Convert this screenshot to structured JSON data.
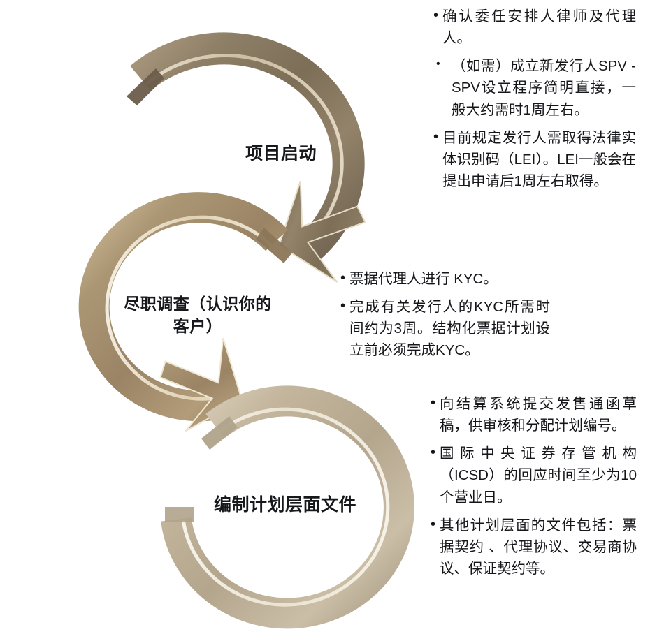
{
  "diagram": {
    "type": "cycle-flow",
    "title_visible": false,
    "palette": {
      "ring1_base": "#8a7a63",
      "ring1_dark": "#6c5e4a",
      "ring1_light": "#cdbda4",
      "ring2_base": "#a48f70",
      "ring2_dark": "#8a7459",
      "ring2_light": "#e0d2b8",
      "ring3_base": "#bcae97",
      "ring3_dark": "#9d8f79",
      "ring3_light": "#e9e0d0",
      "text": "#15161a",
      "background": "#ffffff"
    },
    "steps": [
      {
        "id": "step-1",
        "label": "项目启动",
        "ring_color": "#8a7a63",
        "arrow_direction": "down-left",
        "bullets": [
          {
            "marker": "•",
            "text": "确认委任安排人律师及代理人。",
            "indented": false
          },
          {
            "marker": "•",
            "text": "（如需）成立新发行人SPV - SPV设立程序简明直接，一般大约需时1周左右。",
            "indented": true
          },
          {
            "marker": "•",
            "text": "目前规定发行人需取得法律实体识别码（LEI）。LEI一般会在提出申请后1周左右取得。",
            "indented": false
          }
        ]
      },
      {
        "id": "step-2",
        "label": "尽职调查（认识你的\n客户）",
        "ring_color": "#a48f70",
        "arrow_direction": "down-right",
        "bullets": [
          {
            "marker": "•",
            "text": "票据代理人进行 KYC。",
            "indented": false
          },
          {
            "marker": "•",
            "text": "完成有关发行人的KYC所需时间约为3周。结构化票据计划设立前必须完成KYC。",
            "indented": false
          }
        ]
      },
      {
        "id": "step-3",
        "label": "编制计划层面文件",
        "ring_color": "#bcae97",
        "arrow_direction": "none",
        "bullets": [
          {
            "marker": "•",
            "text": "向结算系统提交发售通函草稿，供审核和分配计划编号。",
            "indented": false
          },
          {
            "marker": "•",
            "text": "国际中央证券存管机构（ICSD）的回应时间至少为10个营业日。",
            "indented": false
          },
          {
            "marker": "•",
            "text": "其他计划层面的文件包括：票据契约 、代理协议、交易商协议、保证契约等。",
            "indented": false
          }
        ]
      }
    ]
  }
}
